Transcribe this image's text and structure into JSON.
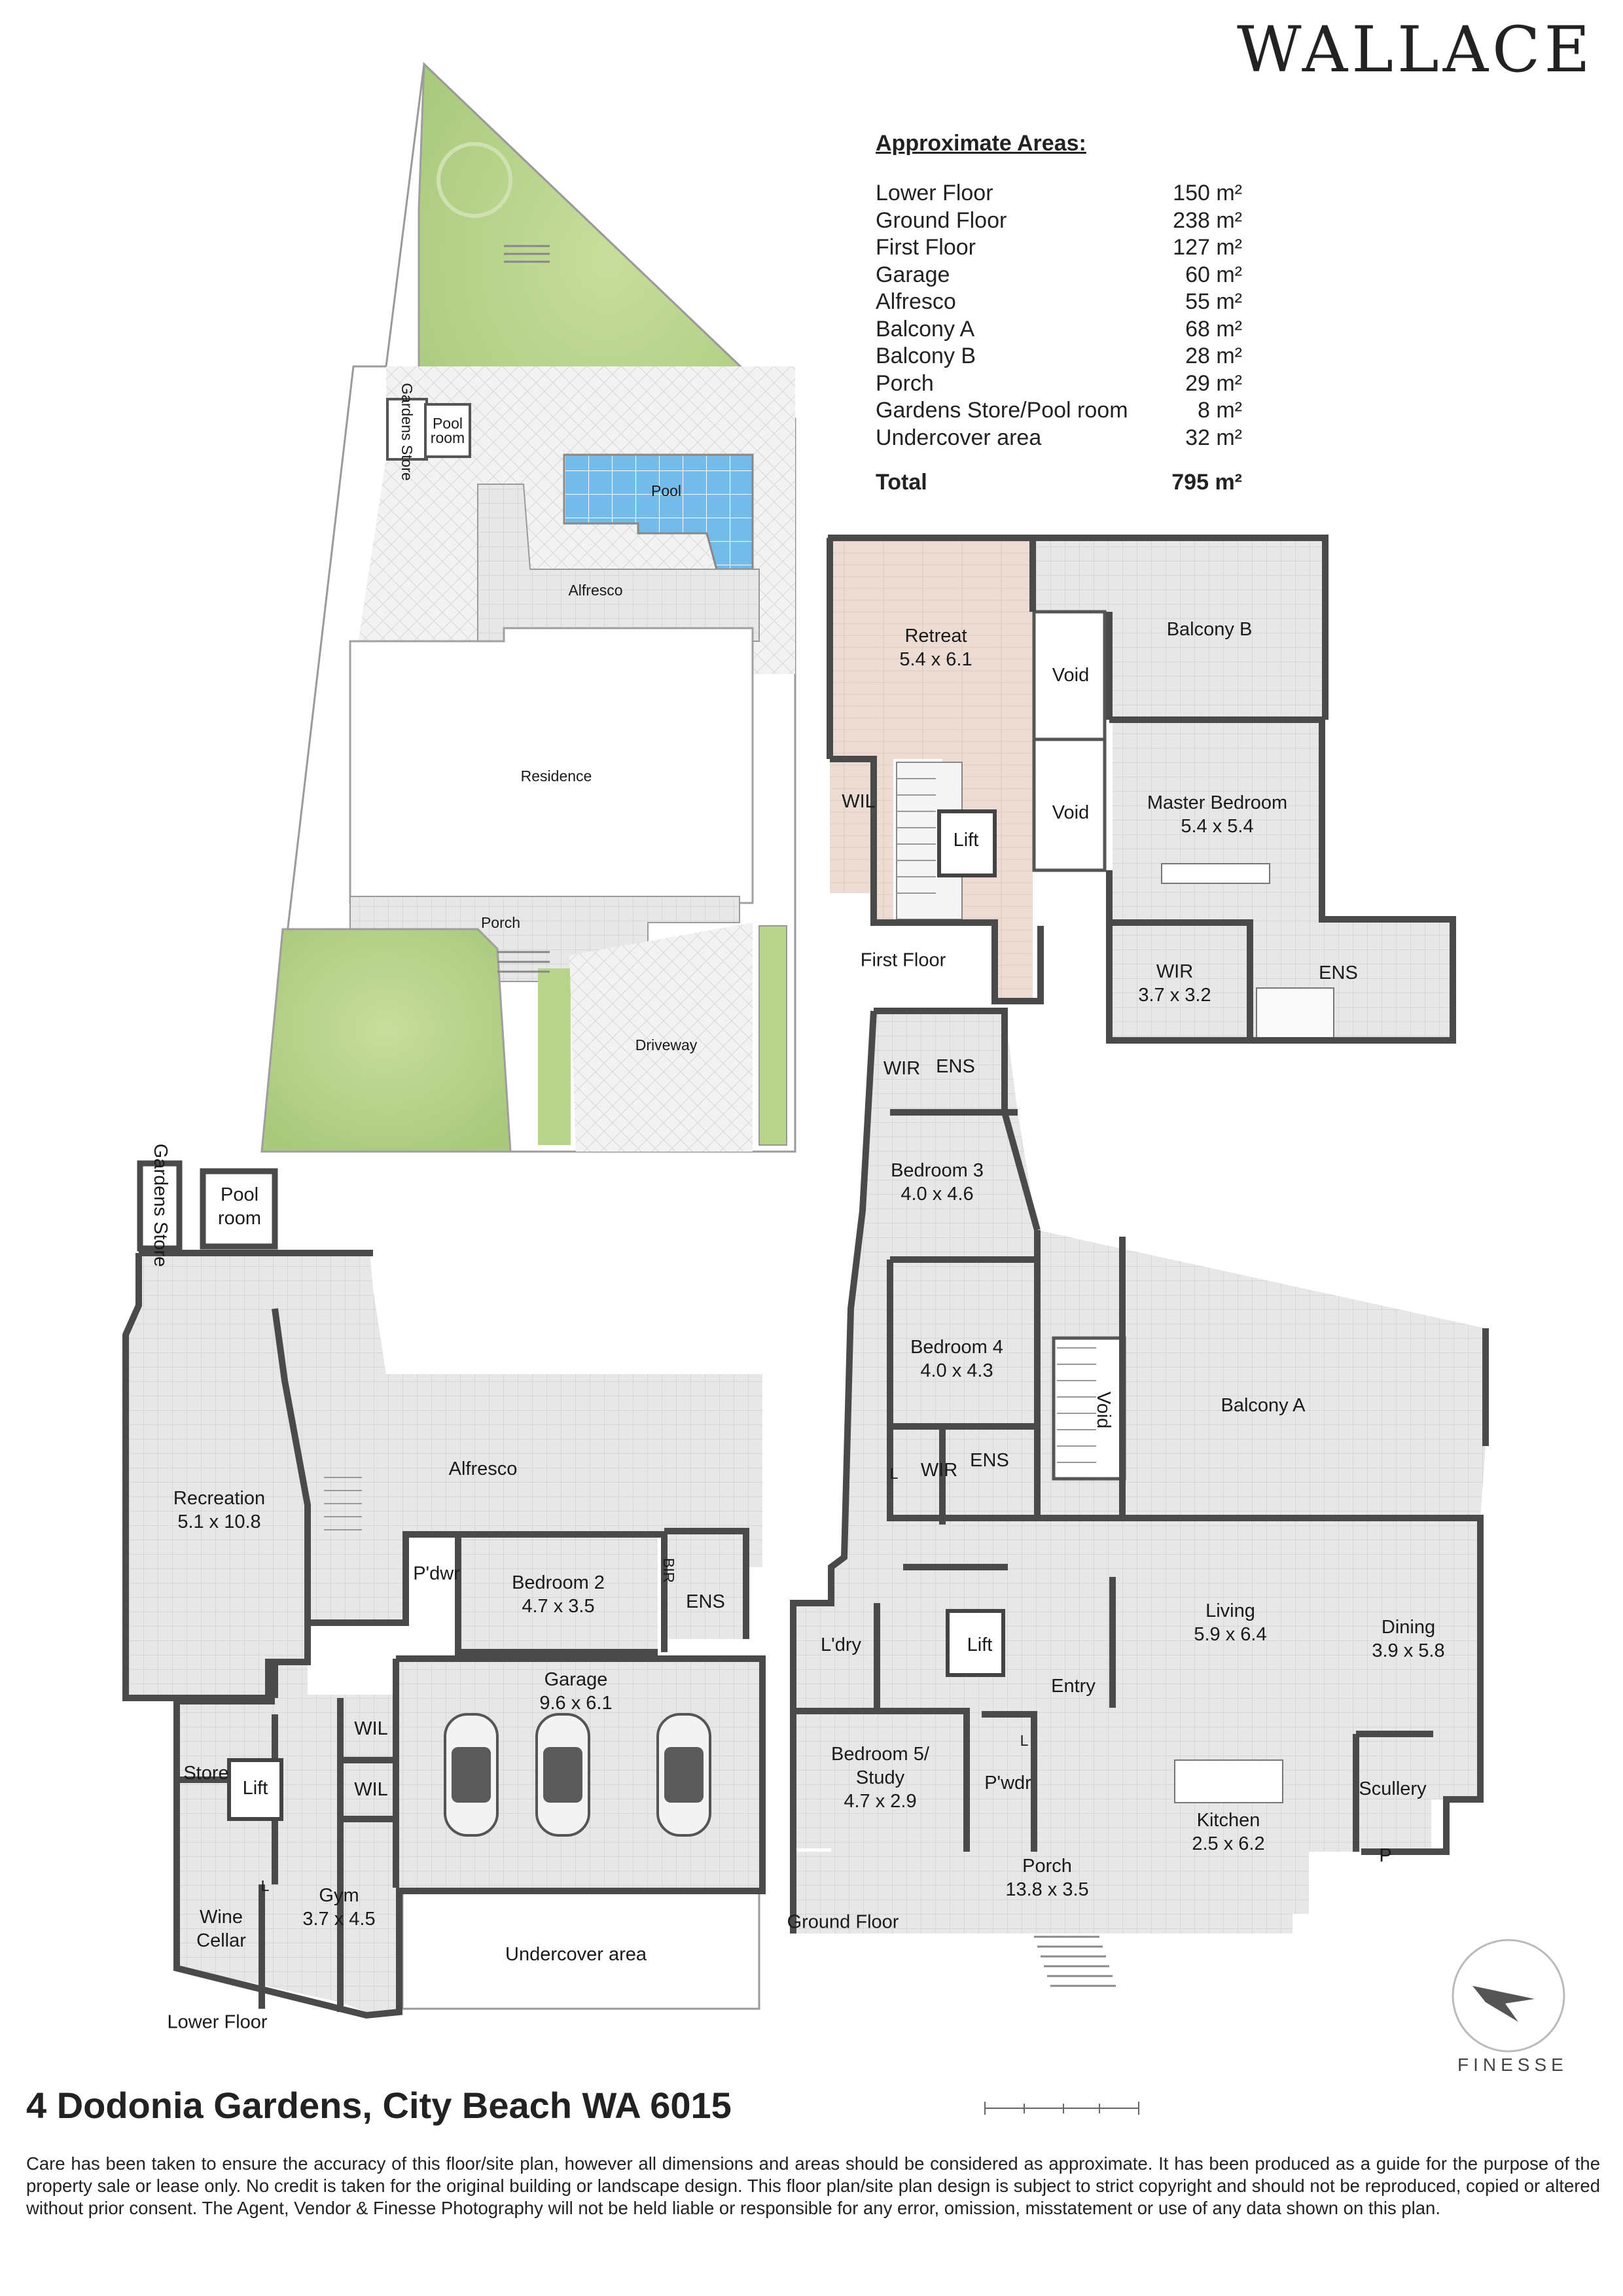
{
  "brand": "WALLACE",
  "areas": {
    "heading": "Approximate Areas:",
    "rows": [
      {
        "name": "Lower Floor",
        "value": "150 m²"
      },
      {
        "name": "Ground Floor",
        "value": "238 m²"
      },
      {
        "name": "First Floor",
        "value": "127 m²"
      },
      {
        "name": "Garage",
        "value": "60 m²"
      },
      {
        "name": "Alfresco",
        "value": "55 m²"
      },
      {
        "name": "Balcony A",
        "value": "68 m²"
      },
      {
        "name": "Balcony B",
        "value": "28 m²"
      },
      {
        "name": "Porch",
        "value": "29 m²"
      },
      {
        "name": "Gardens Store/Pool room",
        "value": "8 m²"
      },
      {
        "name": "Undercover area",
        "value": "32 m²"
      }
    ],
    "total_label": "Total",
    "total_value": "795 m²"
  },
  "site": {
    "gardens_store_a": "Gardens",
    "gardens_store_b": "Store",
    "pool_room_a": "Pool",
    "pool_room_b": "room",
    "pool": "Pool",
    "alfresco": "Alfresco",
    "residence": "Residence",
    "porch": "Porch",
    "driveway": "Driveway"
  },
  "first_floor": {
    "label": "First Floor",
    "retreat": {
      "name": "Retreat",
      "dims": "5.4 x 6.1"
    },
    "balcony_b": "Balcony B",
    "void_1": "Void",
    "void_2": "Void",
    "wil": "WIL",
    "lift": "Lift",
    "master": {
      "name": "Master Bedroom",
      "dims": "5.4 x 5.4"
    },
    "wir": {
      "name": "WIR",
      "dims": "3.7 x 3.2"
    },
    "ens": "ENS"
  },
  "ground_floor": {
    "label": "Ground Floor",
    "wir_top": "WIR",
    "ens_top": "ENS",
    "bedroom3": {
      "name": "Bedroom 3",
      "dims": "4.0 x 4.6"
    },
    "bedroom4": {
      "name": "Bedroom 4",
      "dims": "4.0 x 4.3"
    },
    "void": "Void",
    "balcony_a": "Balcony A",
    "l_small": "L",
    "wir_mid": "WIR",
    "ens_mid": "ENS",
    "ldry": "L'dry",
    "lift": "Lift",
    "entry": "Entry",
    "living": {
      "name": "Living",
      "dims": "5.9 x 6.4"
    },
    "dining": {
      "name": "Dining",
      "dims": "3.9 x 5.8"
    },
    "bedroom5": {
      "name": "Bedroom 5/",
      "name2": "Study",
      "dims": "4.7 x 2.9"
    },
    "l_small2": "L",
    "pwdr": "P'wdr",
    "kitchen": {
      "name": "Kitchen",
      "dims": "2.5 x 6.2"
    },
    "scullery": "Scullery",
    "pantry": "P",
    "porch": {
      "name": "Porch",
      "dims": "13.8 x 3.5"
    }
  },
  "lower_floor": {
    "label": "Lower Floor",
    "gardens_store_a": "Gardens",
    "gardens_store_b": "Store",
    "pool_room_a": "Pool",
    "pool_room_b": "room",
    "recreation": {
      "name": "Recreation",
      "dims": "5.1 x 10.8"
    },
    "alfresco": "Alfresco",
    "pdwr": "P'dwr",
    "bedroom2": {
      "name": "Bedroom 2",
      "dims": "4.7 x 3.5"
    },
    "bir": "BIR",
    "ens": "ENS",
    "garage": {
      "name": "Garage",
      "dims": "9.6 x 6.1"
    },
    "wil_1": "WIL",
    "wil_2": "WIL",
    "store": "Store",
    "lift": "Lift",
    "wine_a": "Wine",
    "wine_b": "Cellar",
    "l_small": "L",
    "gym": {
      "name": "Gym",
      "dims": "3.7 x 4.5"
    },
    "undercover": "Undercover area"
  },
  "footer": {
    "address": "4 Dodonia Gardens, City Beach WA 6015",
    "finesse": "FINESSE",
    "disclaimer": "Care has been taken to ensure the accuracy of this floor/site plan, however all dimensions and areas should be considered as approximate. It has been produced as a guide for the purpose of the property sale or lease only. No credit is taken for the original building or landscape design. This floor plan/site plan design is subject to strict copyright and should not be reproduced, copied or altered without prior consent. The Agent, Vendor & Finesse Photography will not be held liable or responsible for any error, omission, misstatement or use of any data shown on this plan."
  },
  "colors": {
    "wall": "#4d4d4d",
    "tile": "#e6e6e6",
    "wood": "#ecdcd3",
    "pool": "#6fb7e8",
    "grass": "#b8d48a",
    "paving": "#eeeeee"
  }
}
